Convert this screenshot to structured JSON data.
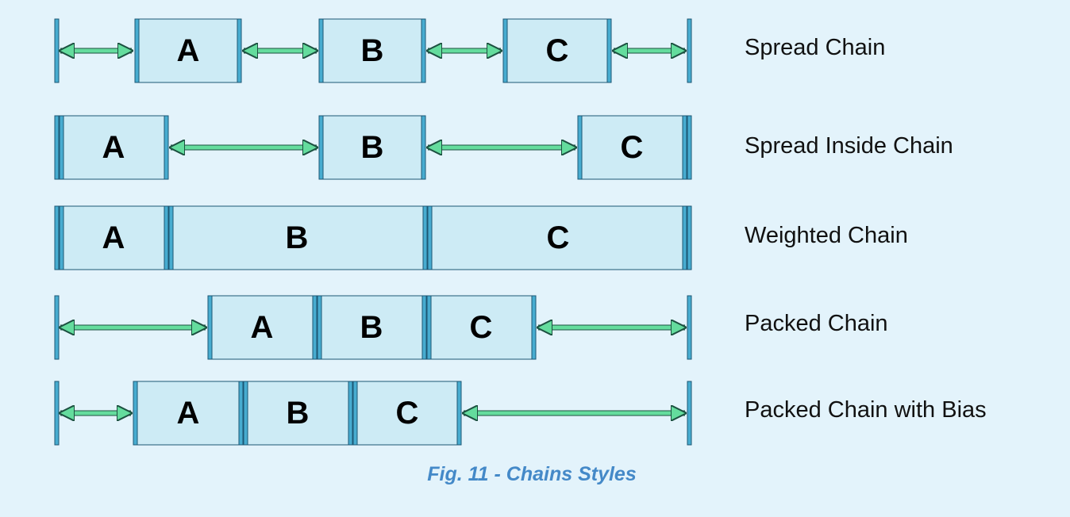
{
  "colors": {
    "background": "#e3f3fb",
    "box_fill": "#cdebf5",
    "edge_fill": "#47acd0",
    "edge_stroke": "#1c5774",
    "arrow_fill": "#64dc9d",
    "arrow_stroke": "#1c5040",
    "caption": "#4489c8"
  },
  "rows": [
    {
      "label": "Spread Chain"
    },
    {
      "label": "Spread Inside Chain"
    },
    {
      "label": "Weighted Chain"
    },
    {
      "label": "Packed Chain"
    },
    {
      "label": "Packed Chain with Bias"
    }
  ],
  "boxes": [
    "A",
    "B",
    "C"
  ],
  "caption": "Fig. 11 - Chains Styles"
}
